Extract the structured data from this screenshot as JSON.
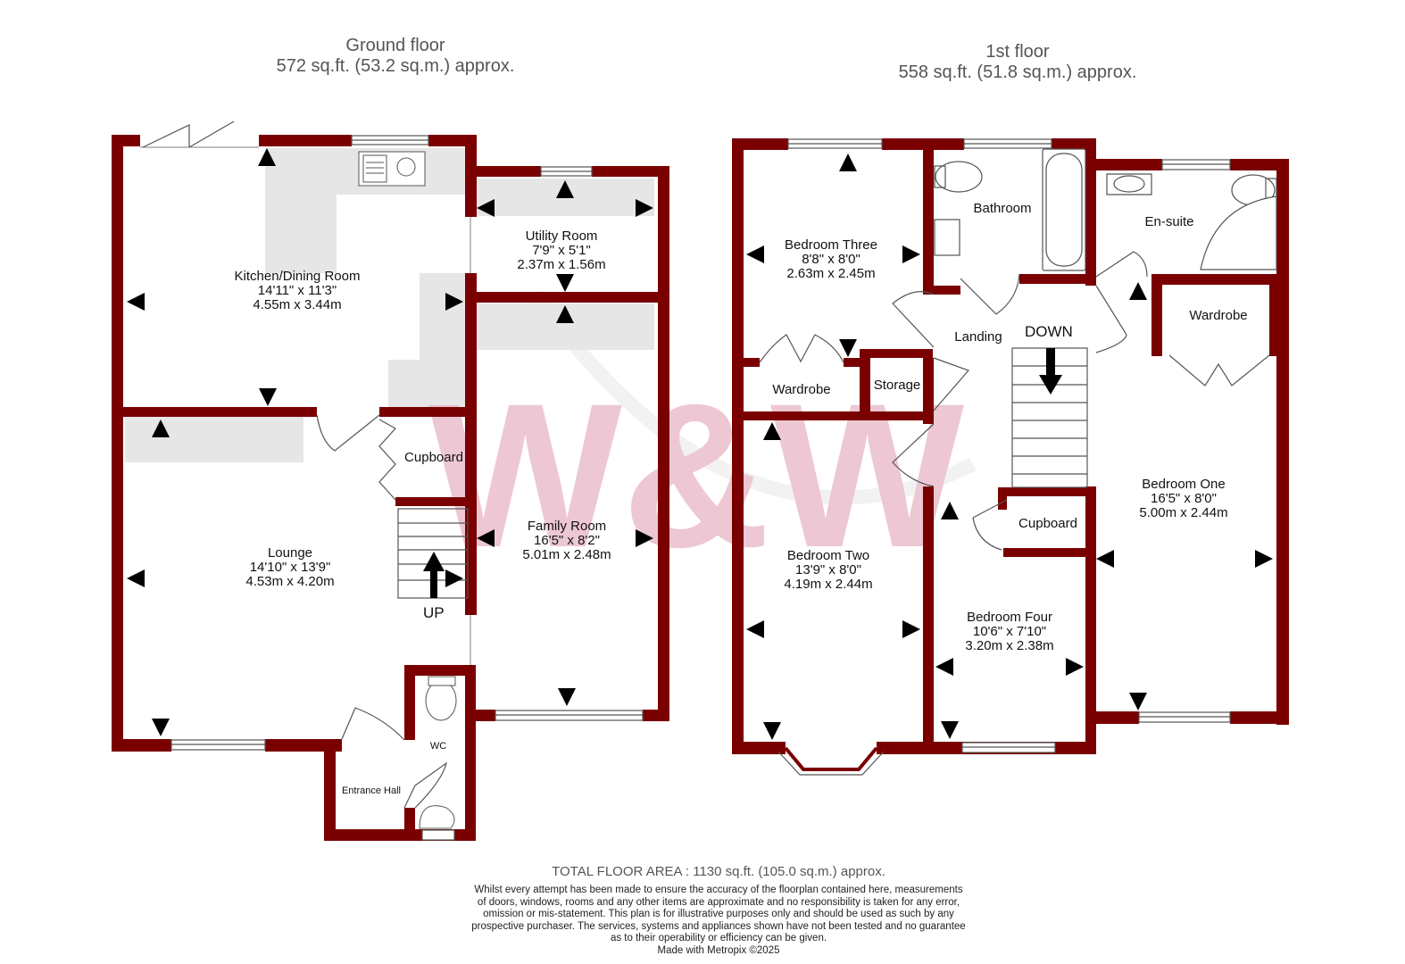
{
  "headers": {
    "ground": {
      "title": "Ground floor",
      "area": "572 sq.ft. (53.2 sq.m.) approx."
    },
    "first": {
      "title": "1st floor",
      "area": "558 sq.ft. (51.8 sq.m.) approx."
    }
  },
  "rooms": {
    "kitchen": {
      "name": "Kitchen/Dining Room",
      "imperial": "14'11\"  x 11'3\"",
      "metric": "4.55m  x 3.44m"
    },
    "utility": {
      "name": "Utility Room",
      "imperial": "7'9\"  x 5'1\"",
      "metric": "2.37m  x 1.56m"
    },
    "lounge": {
      "name": "Lounge",
      "imperial": "14'10\"  x 13'9\"",
      "metric": "4.53m  x 4.20m"
    },
    "family": {
      "name": "Family Room",
      "imperial": "16'5\"  x 8'2\"",
      "metric": "5.01m  x 2.48m"
    },
    "bed3": {
      "name": "Bedroom Three",
      "imperial": "8'8\"  x 8'0\"",
      "metric": "2.63m  x 2.45m"
    },
    "bed2": {
      "name": "Bedroom Two",
      "imperial": "13'9\"  x 8'0\"",
      "metric": "4.19m  x 2.44m"
    },
    "bed4": {
      "name": "Bedroom Four",
      "imperial": "10'6\"  x 7'10\"",
      "metric": "3.20m  x 2.38m"
    },
    "bed1": {
      "name": "Bedroom One",
      "imperial": "16'5\"  x 8'0\"",
      "metric": "5.00m  x 2.44m"
    }
  },
  "labels": {
    "cupboard_ground": "Cupboard",
    "wc": "WC",
    "entrance_hall": "Entrance Hall",
    "bathroom": "Bathroom",
    "ensuite": "En-suite",
    "landing": "Landing",
    "wardrobe_bed3": "Wardrobe",
    "storage": "Storage",
    "wardrobe_bed1": "Wardrobe",
    "cupboard_first": "Cupboard",
    "up": "UP",
    "down": "DOWN"
  },
  "footer": {
    "total": "TOTAL FLOOR AREA : 1130 sq.ft. (105.0 sq.m.) approx.",
    "disclaimer_lines": [
      "Whilst every attempt has been made to ensure the accuracy of the floorplan contained here, measurements",
      "of doors, windows, rooms and any other items are approximate and no responsibility is taken for any error,",
      "omission or mis-statement. This plan is for illustrative purposes only and should be used as such by any",
      "prospective purchaser. The services, systems and appliances shown have not been tested and no guarantee",
      "as to their operability or efficiency can be given."
    ],
    "made_with": "Made with Metropix ©2025"
  },
  "watermark": {
    "text": "W&W"
  },
  "colors": {
    "wall": "#7a0000",
    "fixture": "#e6e6e6",
    "text": "#111111",
    "header": "#555555",
    "watermark": "#e8b5c6"
  }
}
